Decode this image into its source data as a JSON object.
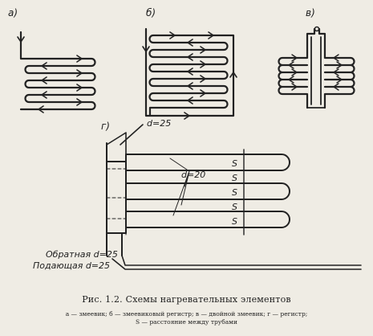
{
  "panels": [
    {
      "id": "a",
      "label": "а)"
    },
    {
      "id": "b",
      "label": "б)"
    },
    {
      "id": "v",
      "label": "в)"
    },
    {
      "id": "g",
      "label": "г)"
    }
  ],
  "annotations": {
    "d_top": "d=25",
    "d_mid": "d=20",
    "spacing_symbol": "S",
    "return_pipe": "Обратная d=25",
    "supply_pipe": "Подающая d=25"
  },
  "caption": "Рис. 1.2. Схемы нагревательных элементов",
  "legend": [
    "а — змеевик;  б — змеевиковый регистр;  в — двойной змеевик;  г — регистр;",
    "S — расстояние между трубами"
  ]
}
